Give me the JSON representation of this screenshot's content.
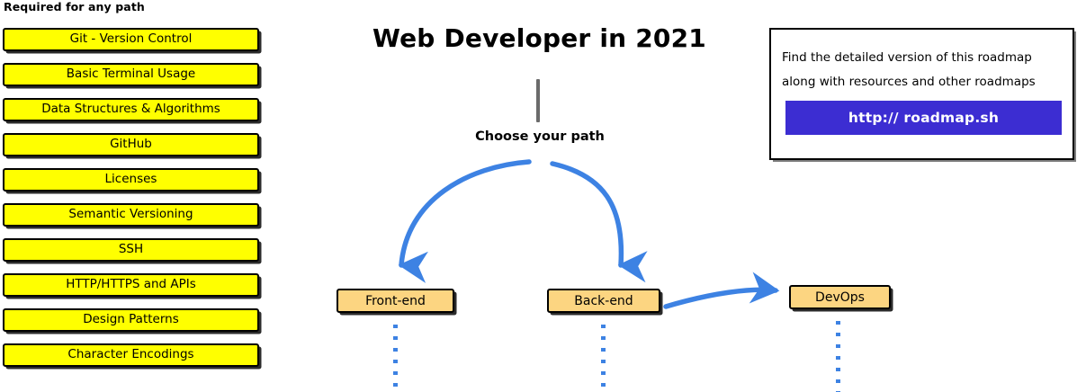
{
  "page": {
    "title": "Web Developer in 2021",
    "background_color": "#ffffff"
  },
  "colors": {
    "required_box_fill": "#ffff00",
    "path_box_fill": "#fcd581",
    "box_border": "#000000",
    "arrow_blue": "#3d82e3",
    "trunk_gray": "#6b6b6b",
    "button_purple": "#3c2dd2",
    "button_text": "#ffffff"
  },
  "required_section": {
    "heading": "Required for any path",
    "items": [
      {
        "label": "Git - Version Control"
      },
      {
        "label": "Basic Terminal Usage"
      },
      {
        "label": "Data Structures & Algorithms"
      },
      {
        "label": "GitHub"
      },
      {
        "label": "Licenses"
      },
      {
        "label": "Semantic Versioning"
      },
      {
        "label": "SSH"
      },
      {
        "label": "HTTP/HTTPS and APIs"
      },
      {
        "label": "Design Patterns"
      },
      {
        "label": "Character Encodings"
      }
    ]
  },
  "flow": {
    "choose_label": "Choose your path",
    "paths": [
      {
        "label": "Front-end"
      },
      {
        "label": "Back-end"
      },
      {
        "label": "DevOps"
      }
    ]
  },
  "info_box": {
    "line1": "Find the detailed version of this roadmap",
    "line2": "along with resources and other roadmaps",
    "button_label": "http:// roadmap.sh"
  }
}
